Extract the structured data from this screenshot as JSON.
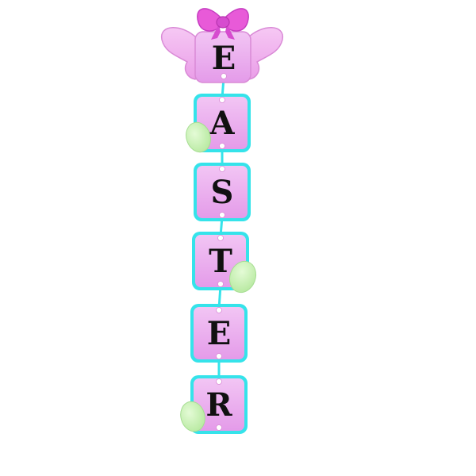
{
  "banner": {
    "letters": [
      "E",
      "A",
      "S",
      "T",
      "E",
      "R"
    ]
  },
  "colors": {
    "tile_fill": "#e7a6ec",
    "tile_fill_light": "#f3c9f5",
    "tile_border": "#35e3ea",
    "string": "#35e3ea",
    "bow": "#e85ad8",
    "bow_dark": "#c53cc0",
    "topper": "#f1b4f0",
    "egg": "#c9f2b0",
    "egg_shadow": "#9fdc8b",
    "letter": "#111111"
  },
  "icons": {
    "bow": "bow-icon",
    "egg": "easter-egg-icon"
  }
}
